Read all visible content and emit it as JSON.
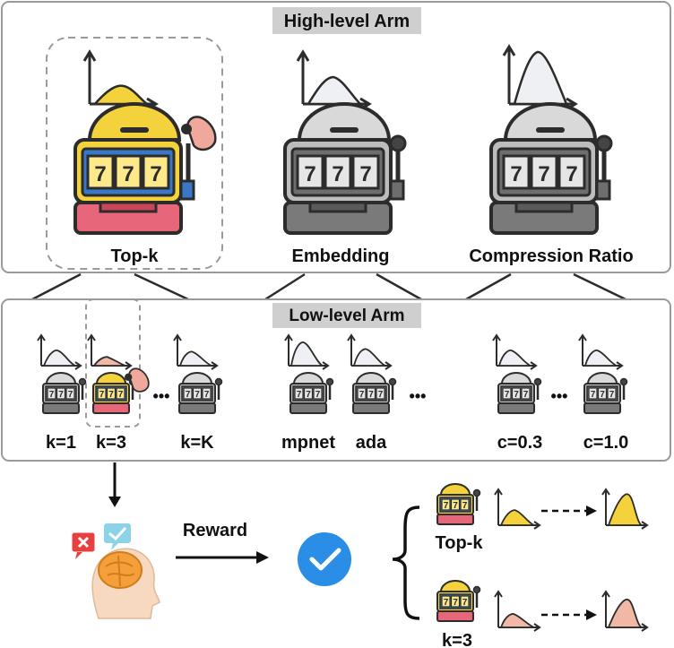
{
  "high_level": {
    "title": "High-level Arm",
    "arms": [
      {
        "label": "Top-k",
        "color": "yellow"
      },
      {
        "label": "Embedding",
        "color": "gray"
      },
      {
        "label": "Compression Ratio",
        "color": "gray"
      }
    ]
  },
  "low_level": {
    "title": "Low-level Arm",
    "arms": [
      {
        "label": "k=1"
      },
      {
        "label": "k=3"
      },
      {
        "label": "k=K"
      },
      {
        "label": "mpnet"
      },
      {
        "label": "ada"
      },
      {
        "label": "c=0.3"
      },
      {
        "label": "c=1.0"
      }
    ],
    "ellipsis": "•••"
  },
  "bottom": {
    "reward_label": "Reward",
    "result_labels": [
      "Top-k",
      "k=3"
    ]
  },
  "colors": {
    "yellow_curve": "#f4d23c",
    "pink_curve": "#f2b8a6",
    "light_curve": "#eef0f4",
    "machine_dark": "#2c2c2c",
    "check_blue": "#2a8de6",
    "header_bg": "#cfcfcf",
    "panel_border": "#9a9a9a",
    "dashed": "#9a9a9a"
  }
}
